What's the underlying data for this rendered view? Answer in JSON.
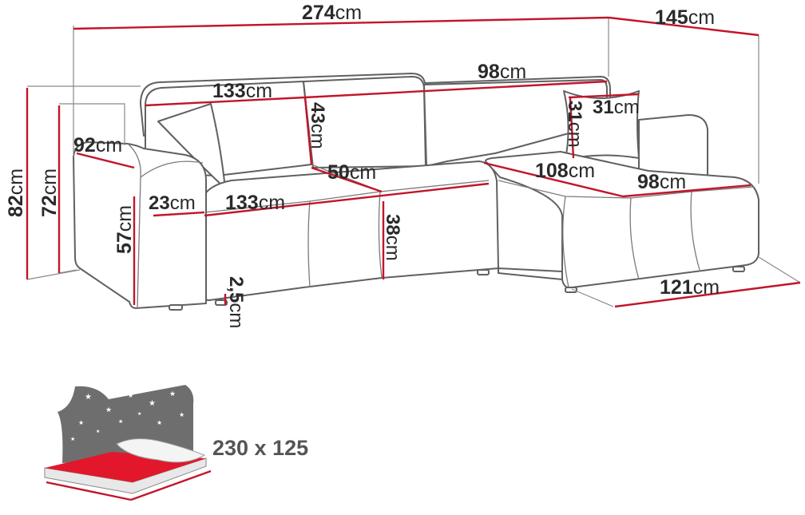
{
  "unit": "cm",
  "dimensions": {
    "overall_width": "274",
    "overall_depth": "145",
    "total_height": "82",
    "back_height": "72",
    "arm_depth": "92",
    "arm_height": "57",
    "arm_width": "23",
    "backrest_width": "133",
    "back_cushion_height": "43",
    "seat_width": "133",
    "seat_depth": "50",
    "seat_height": "38",
    "leg_height": "2,5",
    "chaise_back_width": "98",
    "pillow_width": "31",
    "pillow_height": "31",
    "chaise_length": "108",
    "chaise_width": "98",
    "chaise_front": "121"
  },
  "bed": {
    "size_label": "230 x 125"
  }
}
